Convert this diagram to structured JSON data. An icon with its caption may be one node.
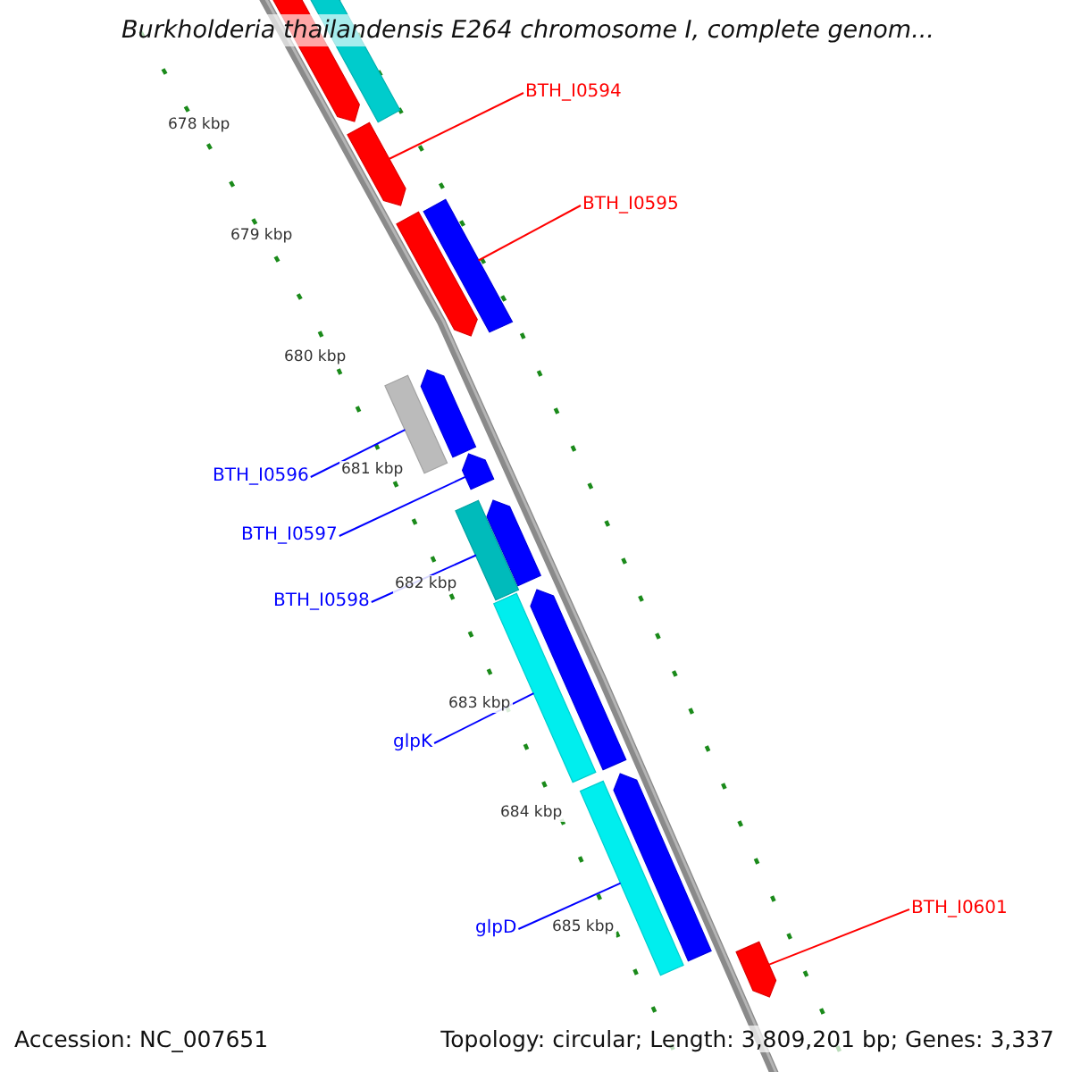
{
  "diagram": {
    "title": "Burkholderia thailandensis E264 chromosome I, complete genom...",
    "nodes": [
      {
        "text": [
          "BTH_I0594"
        ]
      },
      {
        "text": [
          "BTH_I0595"
        ]
      },
      {
        "text": [
          "BTH_I0596"
        ]
      },
      {
        "text": [
          "BTH_I0597"
        ]
      },
      {
        "text": [
          "BTH_I0598"
        ]
      },
      {
        "text": [
          "glpK"
        ]
      },
      {
        "text": [
          "glpD"
        ]
      },
      {
        "text": [
          "BTH_I0601"
        ]
      },
      {
        "text": [],
        "shape": "bar"
      },
      {
        "text": [],
        "shape": "pentagon"
      },
      {
        "text": [],
        "shape": "pentagon"
      },
      {
        "text": [],
        "shape": "bar"
      },
      {
        "text": [],
        "shape": "pentagon"
      },
      {
        "text": [],
        "shape": "pentagon"
      },
      {
        "text": [],
        "shape": "bar"
      },
      {
        "text": [],
        "shape": "pentagon"
      },
      {
        "text": [],
        "shape": "pentagon"
      },
      {
        "text": [],
        "shape": "bar"
      },
      {
        "text": [],
        "shape": "pentagon"
      },
      {
        "text": [],
        "shape": "bar"
      },
      {
        "text": [],
        "shape": "pentagon"
      },
      {
        "text": [],
        "shape": "bar"
      },
      {
        "text": [],
        "shape": "pentagon"
      }
    ],
    "edges": [
      {
        "from": 0,
        "to": 10,
        "arrow": "none",
        "color": "#ff0000"
      },
      {
        "from": 1,
        "to": 11,
        "arrow": "none",
        "color": "#ff0000"
      },
      {
        "from": 2,
        "to": 14,
        "arrow": "none"
      },
      {
        "from": 3,
        "to": 15,
        "arrow": "none"
      },
      {
        "from": 4,
        "to": 17,
        "arrow": "none"
      },
      {
        "from": 5,
        "to": 19,
        "arrow": "none"
      },
      {
        "from": 6,
        "to": 21,
        "arrow": "none"
      },
      {
        "from": 7,
        "to": 22,
        "arrow": "none",
        "color": "#ff0000"
      }
    ],
    "labels": [
      "678 kbp",
      "679 kbp",
      "680 kbp",
      "681 kbp",
      "682 kbp",
      "683 kbp",
      "684 kbp",
      "685 kbp",
      "Accession: NC_007651",
      "Topology: circular; Length: 3,809,201 bp; Genes: 3,337"
    ]
  }
}
